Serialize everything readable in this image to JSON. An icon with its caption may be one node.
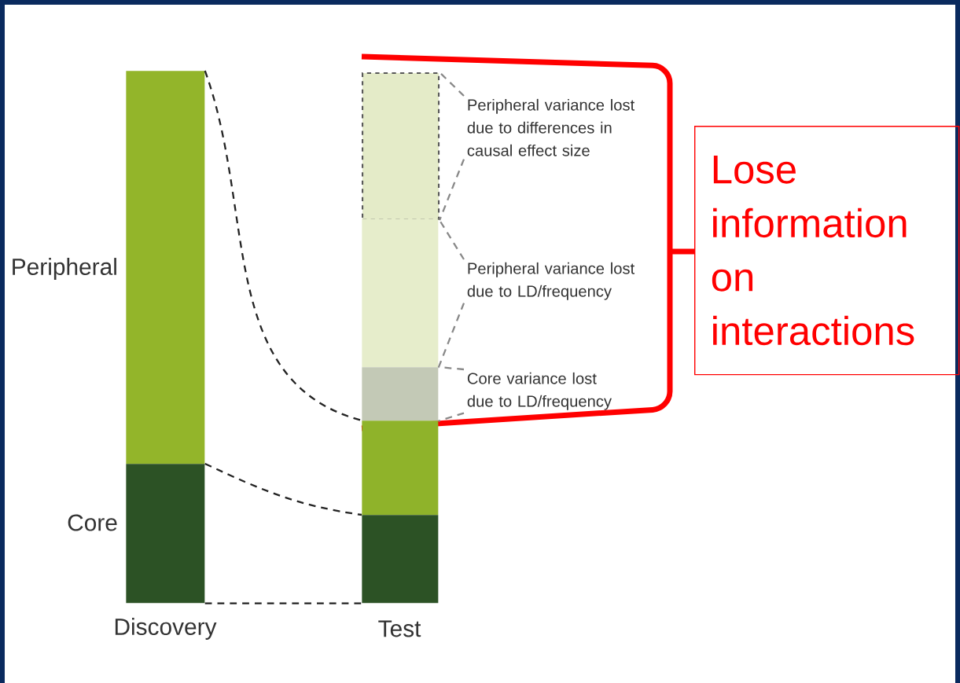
{
  "diagram": {
    "nodes": [
      {
        "text": [],
        "shape": "bar",
        "beside": [
          "Peripheral"
        ]
      },
      {
        "text": [],
        "shape": "bar",
        "beside": [
          "Core",
          "Discovery"
        ]
      },
      {
        "text": [],
        "shape": "bar"
      },
      {
        "text": [],
        "shape": "bar"
      },
      {
        "text": [],
        "shape": "bar"
      },
      {
        "text": [],
        "shape": "bar"
      },
      {
        "text": [],
        "shape": "bar",
        "beside": [
          "Test"
        ]
      },
      {
        "text": [
          "Peripheral variance lost due to differences in causal effect size"
        ]
      },
      {
        "text": [
          "Peripheral variance lost due to LD/frequency"
        ]
      },
      {
        "text": [
          "Core variance lost due to LD/frequency"
        ]
      },
      {
        "text": [
          "Lose information on interactions"
        ]
      }
    ],
    "edges": [
      {
        "from": 0,
        "to": 5,
        "arrow": "none",
        "style": "dashed",
        "color": "#222222"
      },
      {
        "from": 1,
        "to": 6,
        "arrow": "none",
        "style": "dashed",
        "color": "#222222"
      },
      {
        "from": 1,
        "to": 6,
        "arrow": "none",
        "style": "dashed",
        "color": "#222222"
      },
      {
        "from": 7,
        "to": 2,
        "arrow": "none",
        "style": "dashed"
      },
      {
        "from": 7,
        "to": 2,
        "arrow": "none",
        "style": "dashed"
      },
      {
        "from": 8,
        "to": 3,
        "arrow": "none",
        "style": "dashed"
      },
      {
        "from": 8,
        "to": 3,
        "arrow": "none",
        "style": "dashed"
      },
      {
        "from": 9,
        "to": 4,
        "arrow": "none",
        "style": "dashed"
      },
      {
        "from": 9,
        "to": 4,
        "arrow": "none",
        "style": "dashed"
      }
    ]
  }
}
